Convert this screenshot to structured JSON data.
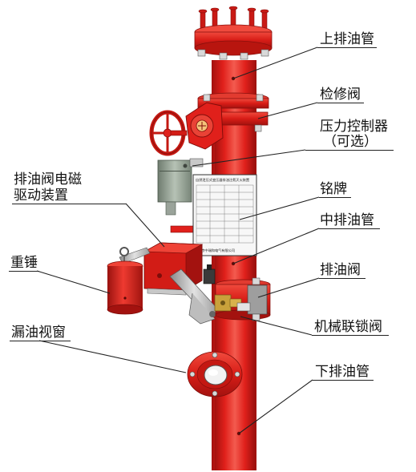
{
  "labels": {
    "upper_drain_pipe": "上排油管",
    "maintenance_valve": "检修阀",
    "pressure_controller_line1": "压力控制器",
    "pressure_controller_line2": "（可选）",
    "drain_valve_actuator_line1": "排油阀电磁",
    "drain_valve_actuator_line2": "驱动装置",
    "nameplate": "铭牌",
    "middle_drain_pipe": "中排油管",
    "heavy_hammer": "重锤",
    "drain_valve": "排油阀",
    "leak_sight_window": "漏油视窗",
    "mechanical_interlock_valve": "机械联锁阀",
    "lower_drain_pipe": "下排油管"
  },
  "nameplate": {
    "title": "自然泄压式变压器排油注氮灭火装置",
    "manufacturer": "北京中瑞和电气有限公司"
  },
  "colors": {
    "pipe_red": "#e0201b",
    "pipe_dark": "#a3120f",
    "pipe_light": "#f35b4f",
    "valve_body_gray": "#b9b9b9",
    "controller_gray": "#8d9a8d",
    "brass": "#c9a13b"
  }
}
